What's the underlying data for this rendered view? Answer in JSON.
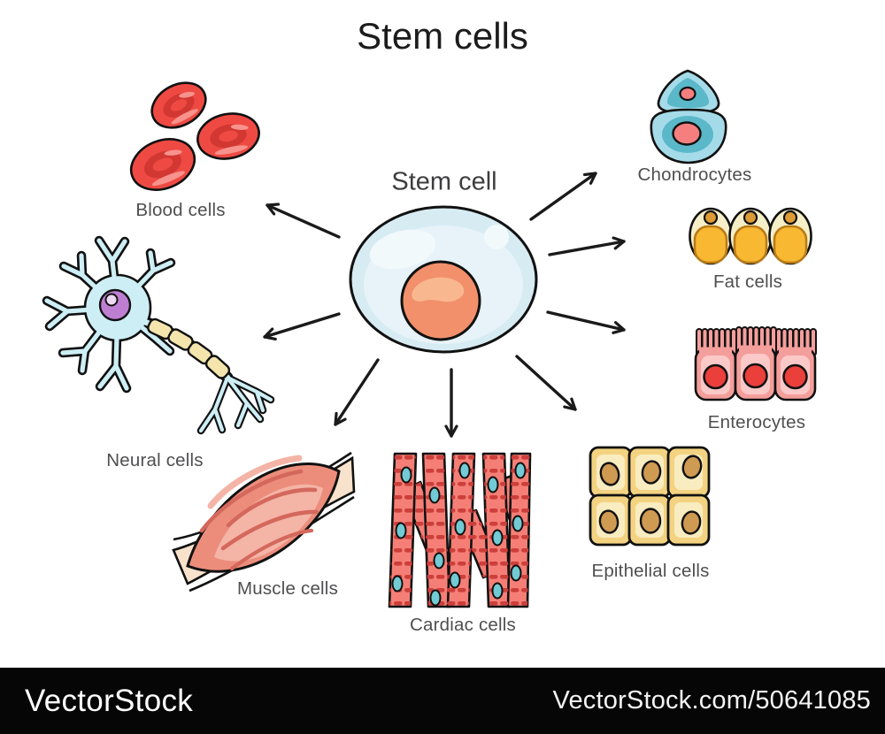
{
  "title": "Stem cells",
  "center_cell": {
    "label": "Stem cell"
  },
  "cell_types": {
    "blood": {
      "label": "Blood cells"
    },
    "neural": {
      "label": "Neural cells"
    },
    "muscle": {
      "label": "Muscle cells"
    },
    "cardiac": {
      "label": "Cardiac cells"
    },
    "epithelial": {
      "label": "Epithelial cells"
    },
    "enterocytes": {
      "label": "Enterocytes"
    },
    "fat": {
      "label": "Fat cells"
    },
    "chondrocytes": {
      "label": "Chondrocytes"
    }
  },
  "watermark": {
    "brand": "VectorStock",
    "url": "VectorStock.com/50641085"
  },
  "colors": {
    "background": "#ffffff",
    "bar": "#060606",
    "title_text": "#1c1c1c",
    "label_text": "#4f4f51",
    "arrow": "#1a1a1a",
    "stem_cell_body": "#d7ebf2",
    "stem_cell_nucleus": "#f2906c",
    "blood_cell": "#ee4a43",
    "neuron_body": "#cdeef5",
    "neuron_nucleus": "#be7fd3",
    "myelin": "#f4e5ad",
    "muscle": "#ec8d7c",
    "tendon": "#f8e2cc",
    "cardiac": "#f57f76",
    "cardiac_stripe": "#cc3f3b",
    "cardiac_nucleus": "#72cbd4",
    "epithelial": "#f3d381",
    "epithelial_nucleus": "#cf9a52",
    "enterocyte": "#f49e9c",
    "enterocyte_nucleus": "#ea3f3b",
    "fat_cell": "#f6eec7",
    "fat_droplet": "#f8b832",
    "chondrocyte": "#a5dbe9",
    "chondrocyte_inner": "#5ab8c9",
    "chondrocyte_nucleus": "#f57f7f"
  }
}
